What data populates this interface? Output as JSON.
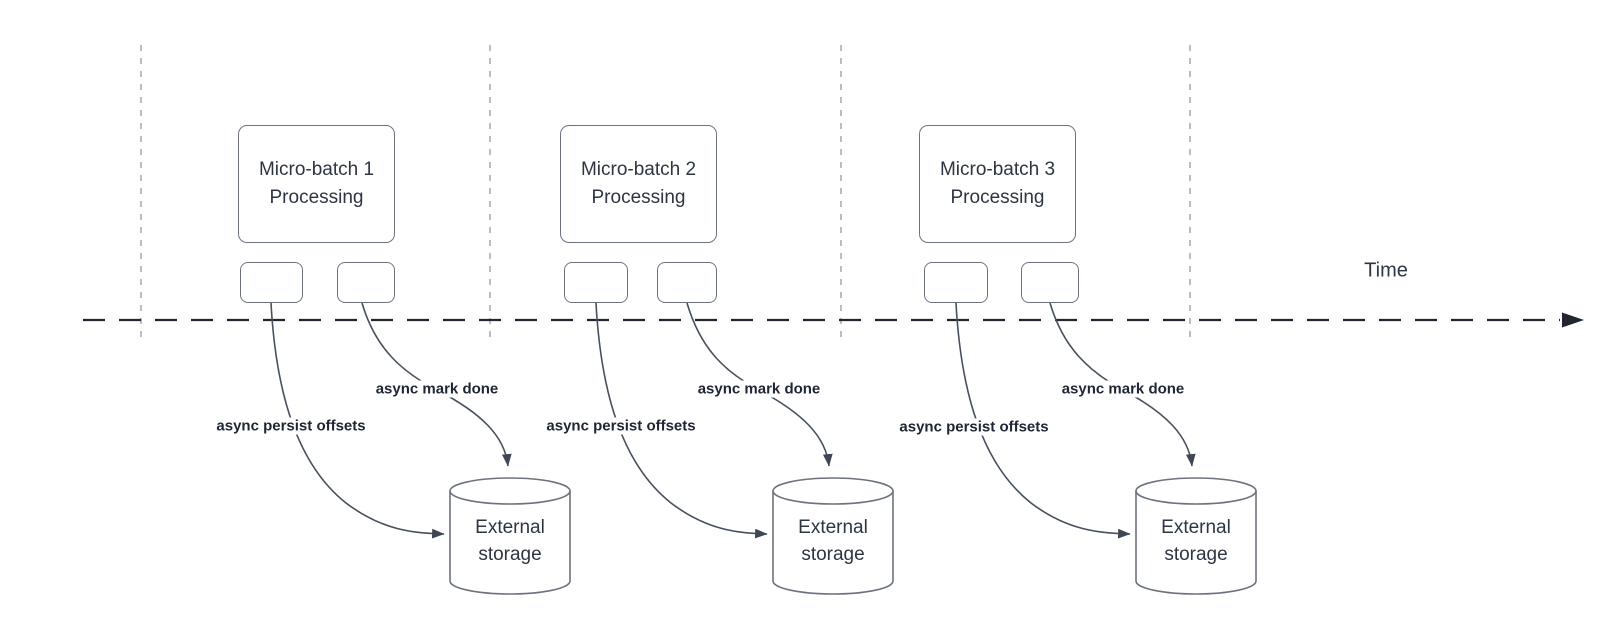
{
  "diagram": {
    "time_label": "Time",
    "groups": [
      {
        "box_label": "Micro-batch 1 Processing",
        "persist_label": "async persist offsets",
        "mark_done_label": "async mark done",
        "storage_label": "External storage"
      },
      {
        "box_label": "Micro-batch 2 Processing",
        "persist_label": "async persist offsets",
        "mark_done_label": "async mark done",
        "storage_label": "External storage"
      },
      {
        "box_label": "Micro-batch 3 Processing",
        "persist_label": "async persist offsets",
        "mark_done_label": "async mark done",
        "storage_label": "External storage"
      }
    ],
    "colors": {
      "text": "#2e3542",
      "edge_label_text": "#1f2633",
      "shape_border": "#6d737d",
      "arrow_stroke": "#47505f",
      "axis_stroke": "#22262e",
      "lane_divider": "#a9adb3",
      "background": "#ffffff"
    }
  }
}
